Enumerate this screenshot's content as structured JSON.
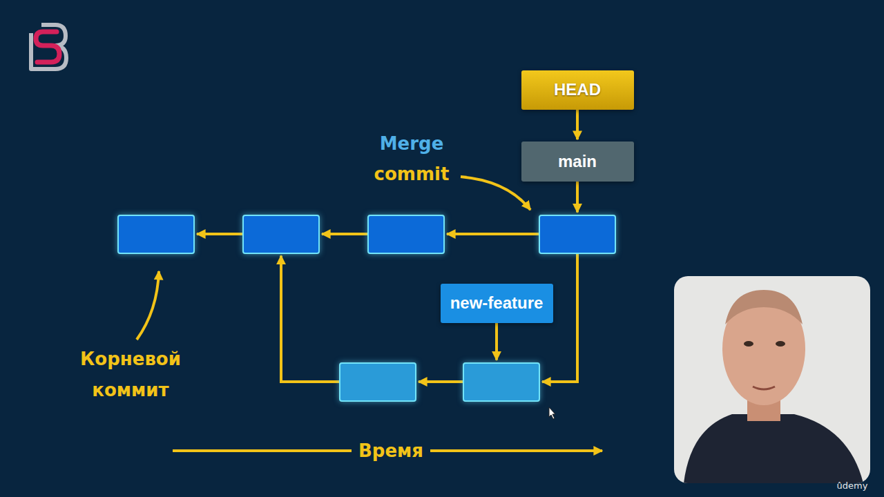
{
  "diagram": {
    "nodes": [
      {
        "text": [
          "HEAD"
        ]
      },
      {
        "text": [
          "main"
        ]
      },
      {
        "text": []
      },
      {
        "text": []
      },
      {
        "text": []
      },
      {
        "text": []
      },
      {
        "text": [
          "new-feature"
        ]
      },
      {
        "text": []
      },
      {
        "text": []
      }
    ],
    "edges": [
      {
        "from": 0,
        "to": 1,
        "arrow": "to"
      },
      {
        "from": 1,
        "to": 5,
        "arrow": "to"
      },
      {
        "from": 3,
        "to": 2,
        "arrow": "to"
      },
      {
        "from": 4,
        "to": 3,
        "arrow": "to"
      },
      {
        "from": 5,
        "to": 4,
        "arrow": "to"
      },
      {
        "from": 5,
        "to": 8,
        "arrow": "to"
      },
      {
        "from": 6,
        "to": 8,
        "arrow": "to"
      },
      {
        "from": 8,
        "to": 7,
        "arrow": "to"
      },
      {
        "from": 7,
        "to": 3,
        "arrow": "to"
      }
    ],
    "labels": [
      "Merge commit",
      "Корневой коммит",
      "Время",
      "ûdemy"
    ]
  }
}
